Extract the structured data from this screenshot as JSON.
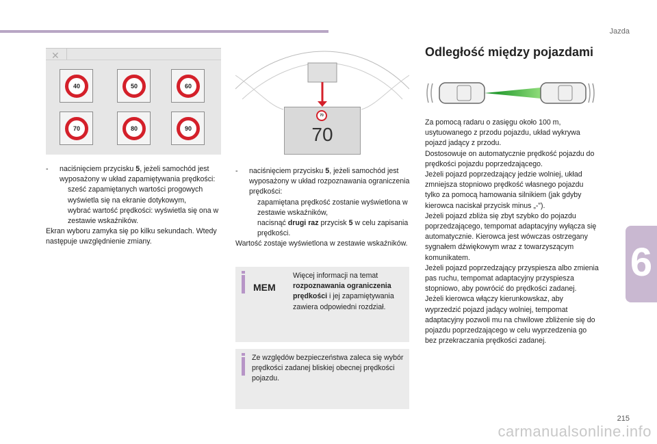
{
  "header": {
    "section": "Jazda"
  },
  "chapter": "6",
  "page_number": "215",
  "watermark": "carmanualsonline.info",
  "left_figure": {
    "close_glyph": "✕",
    "signs": [
      "40",
      "50",
      "60",
      "70",
      "80",
      "90"
    ]
  },
  "middle_figure": {
    "small_sign": "70",
    "display_value": "70"
  },
  "left_text": {
    "item_dash": "-",
    "item_intro_html": "naciśnięciem przycisku <b>5</b>, jeżeli samochód jest wyposażony w układ zapamiętywania prędkości:",
    "bullet_glyph": "",
    "bullets": [
      "sześć zapamiętanych wartości progowych wyświetla się na ekranie dotykowym,",
      "wybrać wartość prędkości: wyświetla się ona w zestawie wskaźników."
    ],
    "after": "Ekran wyboru zamyka się po kilku sekundach. Wtedy następuje uwzględnienie zmiany."
  },
  "middle_text": {
    "item_dash": "-",
    "item_intro_html": "naciśnięciem przycisku <b>5</b>, jeżeli samochód jest wyposażony w układ rozpoznawania ograniczenia prędkości:",
    "bullet_glyph": "",
    "bullet1": "zapamiętana prędkość zostanie wyświetlona w zestawie wskaźników,",
    "bullet2_html": "nacisnąć <b>drugi raz</b> przycisk <b>5</b> w celu zapisania prędkości.",
    "after": "Wartość zostaje wyświetlona w zestawie wskaźników."
  },
  "info_box_1": {
    "icon_label": "MEM",
    "text_html": "Więcej informacji na temat <b>rozpoznawania ograniczenia prędkości</b> i jej zapamiętywania zawiera odpowiedni rozdział."
  },
  "info_box_2": {
    "text": "Ze względów bezpieczeństwa zaleca się wybór prędkości zadanej bliskiej obecnej prędkości pojazdu."
  },
  "right_column": {
    "title": "Odległość między pojazdami",
    "paragraphs": [
      "Za pomocą radaru o zasięgu około 100 m, usytuowanego z przodu pojazdu, układ wykrywa pojazd jadący z przodu.",
      "Dostosowuje on automatycznie prędkość pojazdu do prędkości pojazdu poprzedzającego.",
      "Jeżeli pojazd poprzedzający jedzie wolniej, układ zmniejsza stopniowo prędkość własnego pojazdu tylko za pomocą hamowania silnikiem (jak gdyby kierowca naciskał przycisk minus „-”).",
      "Jeżeli pojazd zbliża się zbyt szybko do pojazdu poprzedzającego, tempomat adaptacyjny wyłącza się automatycznie. Kierowca jest wówczas ostrzegany sygnałem dźwiękowym wraz z towarzyszącym komunikatem.",
      "Jeżeli pojazd poprzedzający przyspiesza albo zmienia pas ruchu, tempomat adaptacyjny przyspiesza stopniowo, aby powrócić do prędkości zadanej.",
      "Jeżeli kierowca włączy kierunkowskaz, aby wyprzedzić pojazd jadący wolniej, tempomat adaptacyjny pozwoli mu na chwilowe zbliżenie się do pojazdu poprzedzającego w celu wyprzedzenia go bez przekraczania prędkości zadanej."
    ]
  }
}
